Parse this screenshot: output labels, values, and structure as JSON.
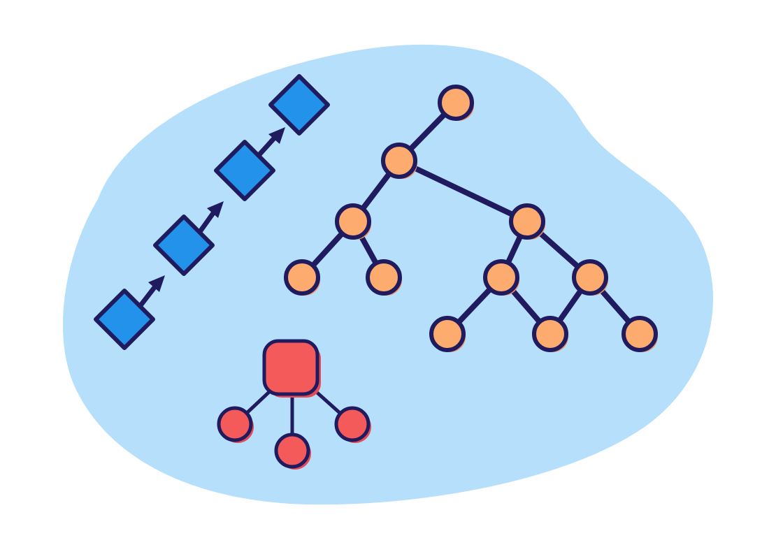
{
  "colors": {
    "background": "#ffffff",
    "blob": "#b5dffb",
    "outline": "#1f1b5e",
    "list_node": "#2292ea",
    "list_node_shadow": "#3f6fd6",
    "tree_node": "#fdab6e",
    "tree_node_shadow": "#f28e63",
    "graph_node": "#f45a5a",
    "graph_node_shadow": "#e64a55"
  },
  "diagrams": {
    "linked_list": {
      "icon": "linked-list-icon",
      "node_count": 4
    },
    "binary_tree": {
      "icon": "tree-graph-icon",
      "node_count": 11
    },
    "hub_graph": {
      "icon": "hub-graph-icon",
      "node_count": 4
    }
  }
}
